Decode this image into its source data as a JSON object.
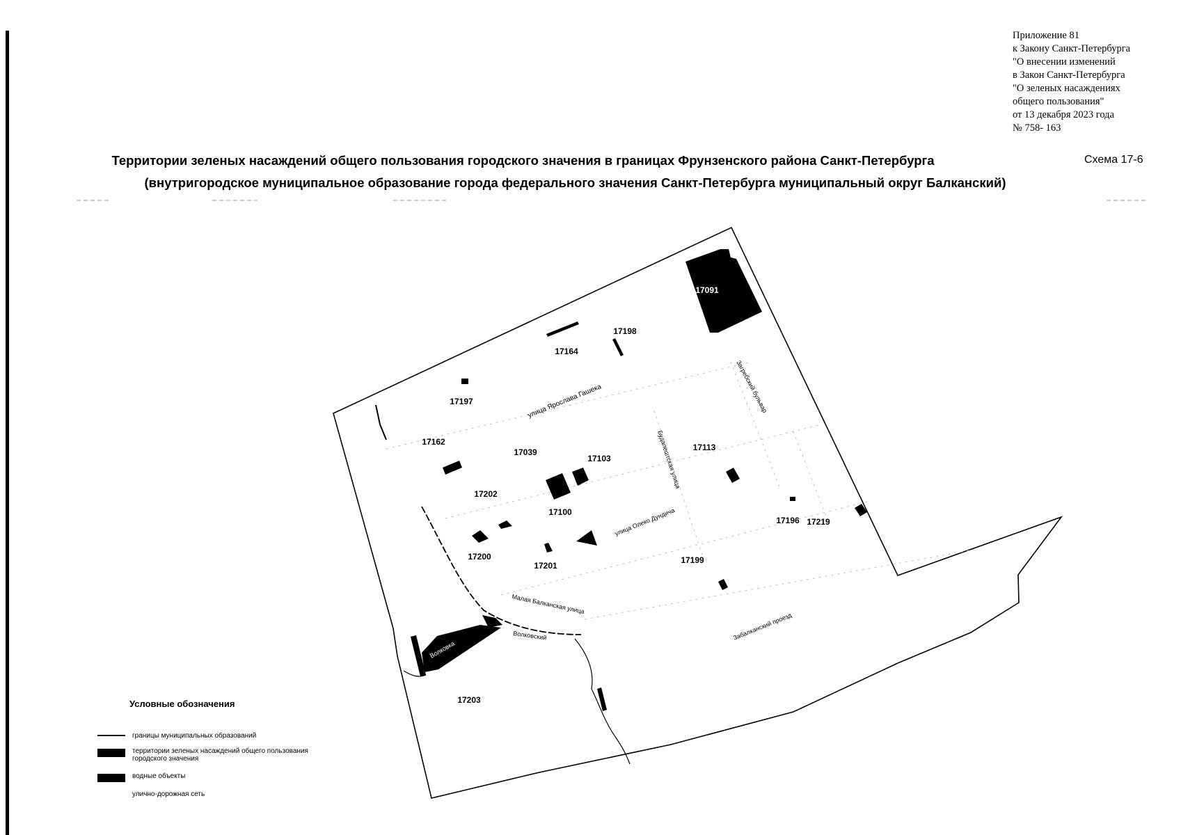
{
  "appendix": {
    "lines": [
      "Приложение 81",
      "к Закону Санкт-Петербурга",
      "\"О внесении  изменений",
      "в Закон Санкт-Петербурга",
      "\"О зеленых насаждениях",
      "общего пользования\"",
      "от 13 декабря 2023 года",
      "№ 758- 163"
    ]
  },
  "title": {
    "line1": "Территории зеленых насаждений общего пользования городского значения в границах Фрунзенского района Санкт-Петербурга",
    "line2": "(внутригородское муниципальное образование города федерального значения Санкт-Петербурга муниципальный округ Балканский)",
    "scheme": "Схема 17-6"
  },
  "map": {
    "parcels": [
      "17091",
      "17164",
      "17198",
      "17197",
      "17162",
      "17039",
      "17103",
      "17113",
      "17202",
      "17100",
      "17196",
      "17219",
      "17200",
      "17201",
      "17199",
      "17203"
    ],
    "streets": [
      "улица Ярослава Гашека",
      "Загребский бульвар",
      "Будапештская улица",
      "улица Олеко Дундича",
      "Малая Балканская улица",
      "Волковский",
      "Забалканский проезд"
    ],
    "water_label": "Волковка"
  },
  "legend": {
    "title": "Условные обозначения",
    "items": [
      "границы муниципальных образований",
      "территории зеленых насаждений общего пользования городского значения",
      "водные объекты",
      "улично-дорожная сеть"
    ]
  }
}
